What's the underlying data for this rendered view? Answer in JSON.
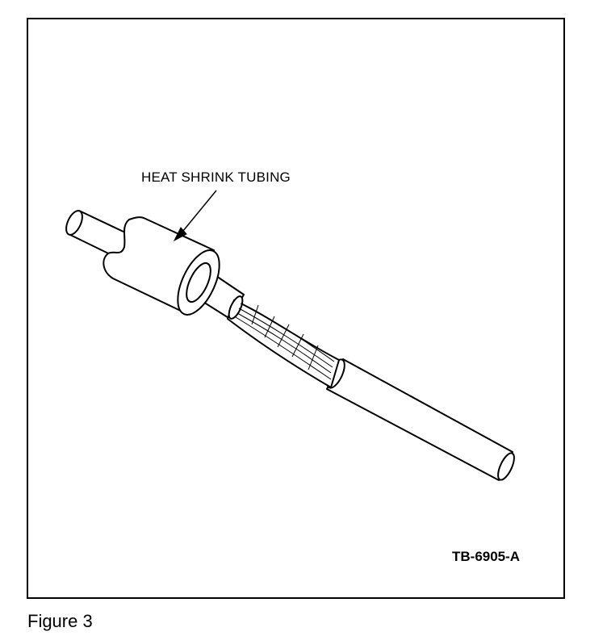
{
  "figure": {
    "callout_label": "HEAT SHRINK TUBING",
    "drawing_code": "TB-6905-A",
    "caption": "Figure 3"
  }
}
